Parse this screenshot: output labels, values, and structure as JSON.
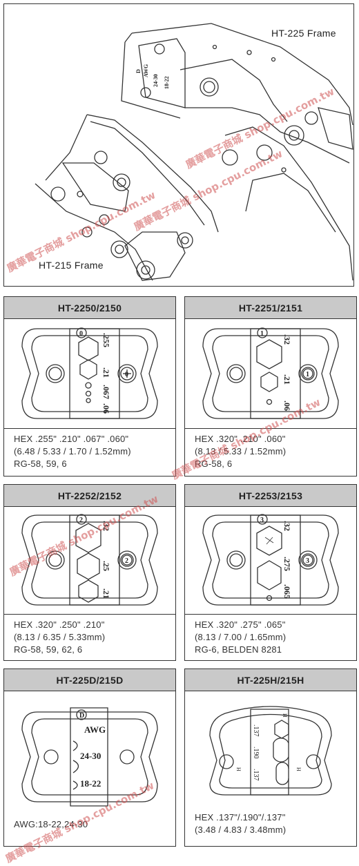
{
  "frames": {
    "top_label": "HT-225 Frame",
    "bottom_label": "HT-215 Frame"
  },
  "top_drawing": {
    "die_marks": [
      "D",
      "AWG",
      "24-30",
      "18-22"
    ]
  },
  "watermark": {
    "text": "廣華電子商城 shop.cpu.com.tw"
  },
  "panels": [
    {
      "title": "HT-2250/2150",
      "die": {
        "id": "0",
        "marks": [
          ".255",
          ".21",
          ".067",
          ".06"
        ]
      },
      "lines": [
        "HEX .255\" .210\" .067\" .060\"",
        "(6.48 / 5.33 / 1.70 / 1.52mm)",
        "RG-58, 59, 6"
      ]
    },
    {
      "title": "HT-2251/2151",
      "die": {
        "id": "1",
        "marks": [
          ".32",
          ".21",
          ".06"
        ]
      },
      "lines": [
        "HEX .320\" .210\" .060\"",
        "(8.13 / 5.33 / 1.52mm)",
        "RG-58, 6"
      ]
    },
    {
      "title": "HT-2252/2152",
      "die": {
        "id": "2",
        "marks": [
          ".32",
          ".25",
          ".21"
        ]
      },
      "lines": [
        "HEX .320\" .250\" .210\"",
        "(8.13 / 6.35 / 5.33mm)",
        "RG-58, 59, 62, 6"
      ]
    },
    {
      "title": "HT-2253/2153",
      "die": {
        "id": "3",
        "marks": [
          ".32",
          ".275",
          ".065"
        ]
      },
      "lines": [
        "HEX .320\" .275\" .065\"",
        "(8.13 / 7.00 / 1.65mm)",
        "RG-6, BELDEN 8281"
      ]
    },
    {
      "title": "HT-225D/215D",
      "die": {
        "id": "D",
        "marks": [
          "AWG",
          "24-30",
          "18-22"
        ]
      },
      "lines": [
        "AWG:18-22,24-30"
      ]
    },
    {
      "title": "HT-225H/215H",
      "die": {
        "id": "H",
        "marks": [
          ".137",
          ".190",
          ".137"
        ]
      },
      "lines": [
        "HEX .137\"/.190\"/.137\"",
        "(3.48 / 4.83 / 3.48mm)"
      ]
    }
  ]
}
